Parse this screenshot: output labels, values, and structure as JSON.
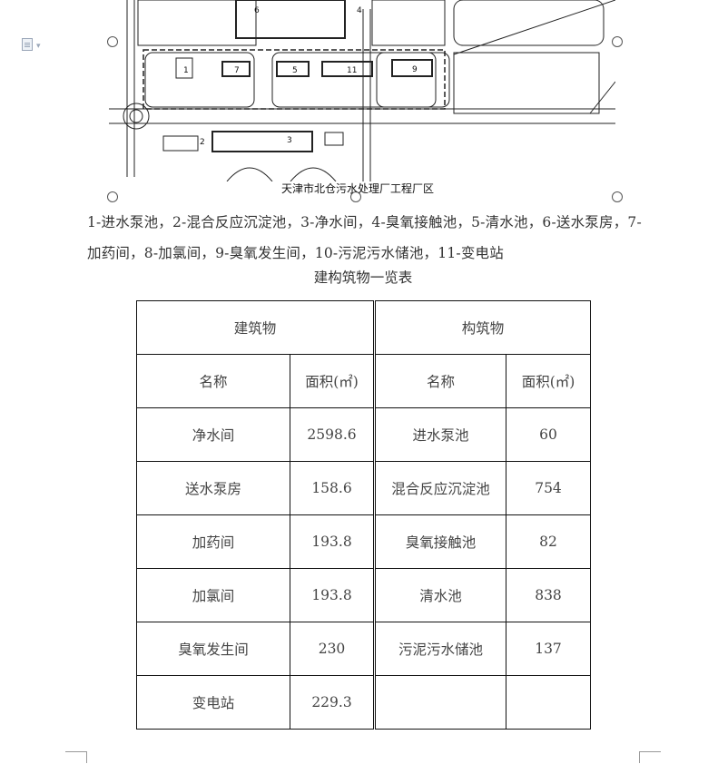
{
  "figure": {
    "caption": "天津市北仓污水处理厂工程厂区",
    "plan_labels": [
      "6",
      "4",
      "7",
      "5",
      "11",
      "9",
      "3",
      "1",
      "2"
    ]
  },
  "legend": "1-进水泵池，2-混合反应沉淀池，3-净水间，4-臭氧接触池，5-清水池，6-送水泵房，7-加药间，8-加氯间，9-臭氧发生间，10-污泥污水储池，11-变电站",
  "table": {
    "title": "建构筑物一览表",
    "group_headers": [
      "建筑物",
      "构筑物"
    ],
    "col_headers": {
      "name": "名称",
      "area": "面积(㎡)"
    },
    "rows": [
      {
        "b_name": "净水间",
        "b_area": "2598.6",
        "s_name": "进水泵池",
        "s_area": "60"
      },
      {
        "b_name": "送水泵房",
        "b_area": "158.6",
        "s_name": "混合反应沉淀池",
        "s_area": "754"
      },
      {
        "b_name": "加药间",
        "b_area": "193.8",
        "s_name": "臭氧接触池",
        "s_area": "82"
      },
      {
        "b_name": "加氯间",
        "b_area": "193.8",
        "s_name": "清水池",
        "s_area": "838"
      },
      {
        "b_name": "臭氧发生间",
        "b_area": "230",
        "s_name": "污泥污水储池",
        "s_area": "137"
      },
      {
        "b_name": "变电站",
        "b_area": "229.3",
        "s_name": "",
        "s_area": ""
      }
    ]
  }
}
